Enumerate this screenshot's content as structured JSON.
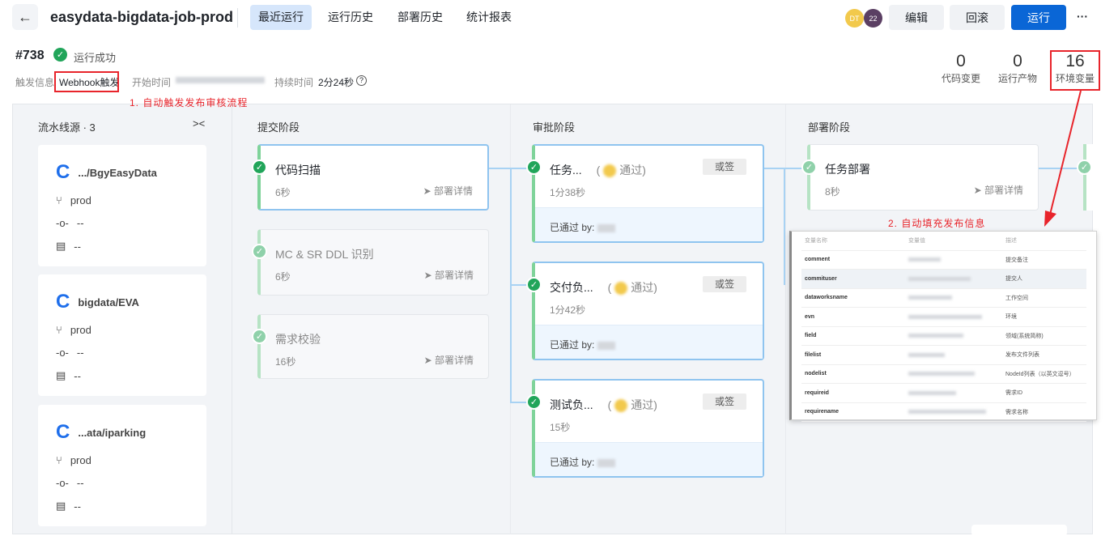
{
  "header": {
    "title": "easydata-bigdata-job-prod",
    "tabs": [
      "最近运行",
      "运行历史",
      "部署历史",
      "统计报表"
    ],
    "avatars": [
      "DT",
      "22"
    ],
    "buttons": {
      "edit": "编辑",
      "rollback": "回滚",
      "run": "运行",
      "more": "···"
    },
    "colors": {
      "primary": "#0a66d6",
      "success": "#21a55a",
      "annotation": "#e8242b"
    }
  },
  "run": {
    "id": "#738",
    "status": "运行成功",
    "trigger_label": "触发信息",
    "trigger": "Webhook触发",
    "start_label": "开始时间",
    "duration_label": "持续时间",
    "duration": "2分24秒"
  },
  "stats": [
    {
      "value": "0",
      "label": "代码变更"
    },
    {
      "value": "0",
      "label": "运行产物"
    },
    {
      "value": "16",
      "label": "环境变量"
    }
  ],
  "annotations": {
    "a1": "1. 自动触发发布审核流程",
    "a2": "2. 自动填充发布信息"
  },
  "sources": {
    "title": "流水线源 · 3",
    "items": [
      {
        "name": ".../BgyEasyData",
        "branch": "prod",
        "commit": "--",
        "msg": "--"
      },
      {
        "name": "bigdata/EVA",
        "branch": "prod",
        "commit": "--",
        "msg": "--"
      },
      {
        "name": "...ata/iparking",
        "branch": "prod",
        "commit": "--",
        "msg": "--"
      }
    ]
  },
  "stages": [
    {
      "title": "提交阶段",
      "jobs": [
        {
          "name": "代码扫描",
          "time": "6秒",
          "detail": "部署详情"
        },
        {
          "name": "MC & SR DDL 识别",
          "time": "6秒",
          "detail": "部署详情"
        },
        {
          "name": "需求校验",
          "time": "16秒",
          "detail": "部署详情"
        }
      ]
    },
    {
      "title": "审批阶段",
      "jobs": [
        {
          "name": "任务...",
          "pass": "通过)",
          "open": "(",
          "sign": "或签",
          "time": "1分38秒",
          "by": "已通过 by:"
        },
        {
          "name": "交付负...",
          "pass": "通过)",
          "open": "(",
          "sign": "或签",
          "time": "1分42秒",
          "by": "已通过 by:"
        },
        {
          "name": "测试负...",
          "pass": "通过)",
          "open": "(",
          "sign": "或签",
          "time": "15秒",
          "by": "已通过 by:"
        }
      ]
    },
    {
      "title": "部署阶段",
      "jobs": [
        {
          "name": "任务部署",
          "time": "8秒",
          "detail": "部署详情"
        }
      ]
    }
  ],
  "env_table": {
    "headers": [
      "变量名称",
      "变量值",
      "描述"
    ],
    "rows": [
      {
        "name": "comment",
        "desc": "提交备注"
      },
      {
        "name": "commituser",
        "desc": "提交人"
      },
      {
        "name": "dataworksname",
        "desc": "工作空间"
      },
      {
        "name": "evn",
        "desc": "环境"
      },
      {
        "name": "field",
        "desc": "领域(系统简称)"
      },
      {
        "name": "filelist",
        "desc": "发布文件列表"
      },
      {
        "name": "nodelist",
        "desc": "NodeId列表（以英文逗号）"
      },
      {
        "name": "requireid",
        "desc": "需求ID"
      },
      {
        "name": "requirename",
        "desc": "需求名称"
      }
    ]
  }
}
